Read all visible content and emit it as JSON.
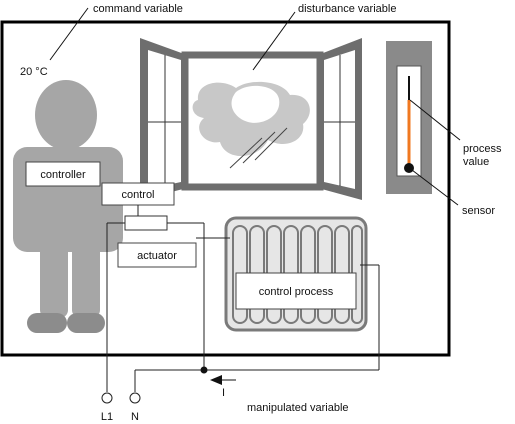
{
  "labels": {
    "command_variable": "command variable",
    "disturbance_variable": "disturbance variable",
    "setpoint": "20 °C",
    "process_value": "process value",
    "sensor": "sensor",
    "controller": "controller",
    "control": "control",
    "actuator": "actuator",
    "control_process": "control process",
    "manipulated_variable": "manipulated variable",
    "current_symbol": "I",
    "terminal_l1": "L1",
    "terminal_n": "N"
  },
  "colors": {
    "room_border": "#000000",
    "figure_gray": "#a6a6a6",
    "frame_gray": "#6e6e6e",
    "cloud_gray": "#c8c8c8",
    "thermometer_liquid": "#f07820",
    "radiator_fill": "#e6e6e6",
    "radiator_stroke": "#7a7a7a"
  }
}
